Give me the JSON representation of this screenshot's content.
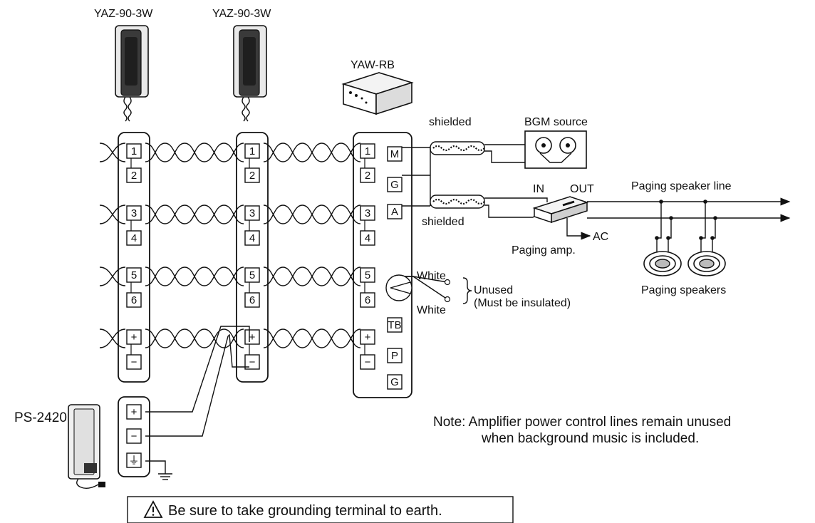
{
  "devices": {
    "station1_label": "YAZ-90-3W",
    "station2_label": "YAZ-90-3W",
    "relay_label": "YAW-RB",
    "power_label": "PS-2420",
    "bgm_label": "BGM source",
    "shielded_top": "shielded",
    "shielded_bottom": "shielded",
    "amp_in": "IN",
    "amp_out": "OUT",
    "paging_line": "Paging speaker line",
    "paging_amp": "Paging amp.",
    "ac": "AC",
    "paging_speakers": "Paging speakers"
  },
  "terminals": {
    "station": [
      "1",
      "2",
      "3",
      "4",
      "5",
      "6",
      "+",
      "−"
    ],
    "relay_left": [
      "1",
      "2",
      "3",
      "4",
      "5",
      "6",
      "+",
      "−"
    ],
    "relay_right": [
      "M",
      "G",
      "A",
      "TB",
      "P",
      "G"
    ],
    "power": [
      "+",
      "−",
      "⏚"
    ]
  },
  "unused": {
    "white_top": "White",
    "white_bottom": "White",
    "unused": "Unused",
    "insulated": "(Must be insulated)"
  },
  "note": {
    "line1": "Note: Amplifier power control lines remain unused",
    "line2": "when background music is included."
  },
  "warning": {
    "text": "Be sure to take grounding terminal to earth.",
    "icon": "warning-triangle-icon"
  }
}
